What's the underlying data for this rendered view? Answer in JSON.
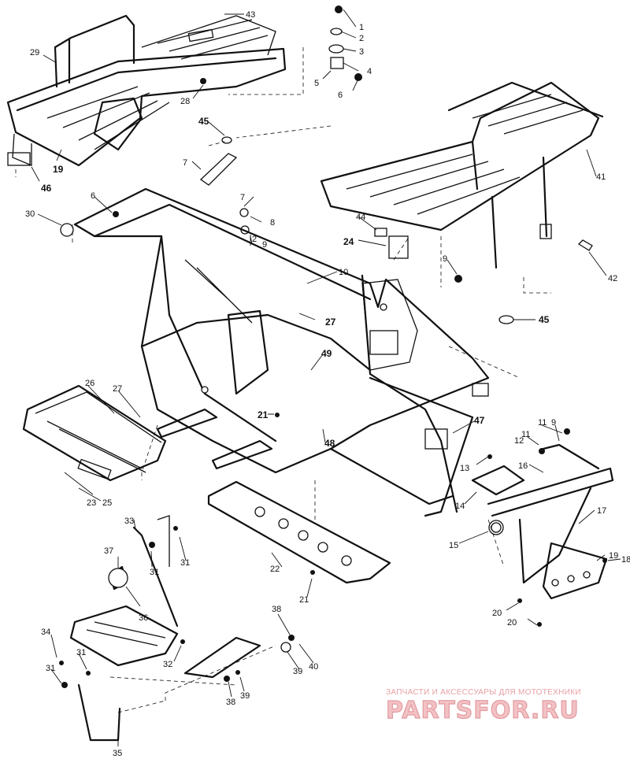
{
  "callouts": [
    {
      "id": "c1",
      "label": "1"
    },
    {
      "id": "c2",
      "label": "2"
    },
    {
      "id": "c3",
      "label": "3"
    },
    {
      "id": "c4",
      "label": "4"
    },
    {
      "id": "c5",
      "label": "5"
    },
    {
      "id": "c6",
      "label": "6"
    },
    {
      "id": "c43",
      "label": "43"
    },
    {
      "id": "c29",
      "label": "29"
    },
    {
      "id": "c28",
      "label": "28"
    },
    {
      "id": "c19",
      "label": "19"
    },
    {
      "id": "c46",
      "label": "46"
    },
    {
      "id": "c45a",
      "label": "45"
    },
    {
      "id": "c7a",
      "label": "7"
    },
    {
      "id": "c6b",
      "label": "6"
    },
    {
      "id": "c30",
      "label": "30"
    },
    {
      "id": "c7b",
      "label": "7"
    },
    {
      "id": "c8",
      "label": "8"
    },
    {
      "id": "c2b",
      "label": "2"
    },
    {
      "id": "c9a",
      "label": "9"
    },
    {
      "id": "c41",
      "label": "41"
    },
    {
      "id": "c44",
      "label": "44"
    },
    {
      "id": "c24",
      "label": "24"
    },
    {
      "id": "c9b",
      "label": "9"
    },
    {
      "id": "c42",
      "label": "42"
    },
    {
      "id": "c10",
      "label": "10"
    },
    {
      "id": "c45b",
      "label": "45"
    },
    {
      "id": "c27a",
      "label": "27"
    },
    {
      "id": "c49",
      "label": "49"
    },
    {
      "id": "c26",
      "label": "26"
    },
    {
      "id": "c27b",
      "label": "27"
    },
    {
      "id": "c21a",
      "label": "21"
    },
    {
      "id": "c48",
      "label": "48"
    },
    {
      "id": "c47",
      "label": "47"
    },
    {
      "id": "c11",
      "label": "11"
    },
    {
      "id": "c9c",
      "label": "9"
    },
    {
      "id": "c12",
      "label": "12"
    },
    {
      "id": "c11b",
      "label": "11"
    },
    {
      "id": "c13",
      "label": "13"
    },
    {
      "id": "c16",
      "label": "16"
    },
    {
      "id": "c14",
      "label": "14"
    },
    {
      "id": "c17",
      "label": "17"
    },
    {
      "id": "c15",
      "label": "15"
    },
    {
      "id": "c19b",
      "label": "19"
    },
    {
      "id": "c18",
      "label": "18"
    },
    {
      "id": "c23",
      "label": "23"
    },
    {
      "id": "c25",
      "label": "25"
    },
    {
      "id": "c22",
      "label": "22"
    },
    {
      "id": "c21b",
      "label": "21"
    },
    {
      "id": "c33",
      "label": "33"
    },
    {
      "id": "c31a",
      "label": "31"
    },
    {
      "id": "c31b",
      "label": "31"
    },
    {
      "id": "c37",
      "label": "37"
    },
    {
      "id": "c36",
      "label": "36"
    },
    {
      "id": "c20a",
      "label": "20"
    },
    {
      "id": "c20b",
      "label": "20"
    },
    {
      "id": "c34",
      "label": "34"
    },
    {
      "id": "c31c",
      "label": "31"
    },
    {
      "id": "c31d",
      "label": "31"
    },
    {
      "id": "c32",
      "label": "32"
    },
    {
      "id": "c38a",
      "label": "38"
    },
    {
      "id": "c39a",
      "label": "39"
    },
    {
      "id": "c40",
      "label": "40"
    },
    {
      "id": "c38b",
      "label": "38"
    },
    {
      "id": "c39b",
      "label": "39"
    },
    {
      "id": "c35",
      "label": "35"
    }
  ],
  "watermark": {
    "subtitle": "ЗАПЧАСТИ И АКСЕССУАРЫ ДЛЯ МОТОТЕХНИКИ",
    "brand": "PARTSFOR.RU"
  },
  "colors": {
    "ink": "#111111",
    "background": "#ffffff",
    "watermark": "#e29ca1"
  }
}
